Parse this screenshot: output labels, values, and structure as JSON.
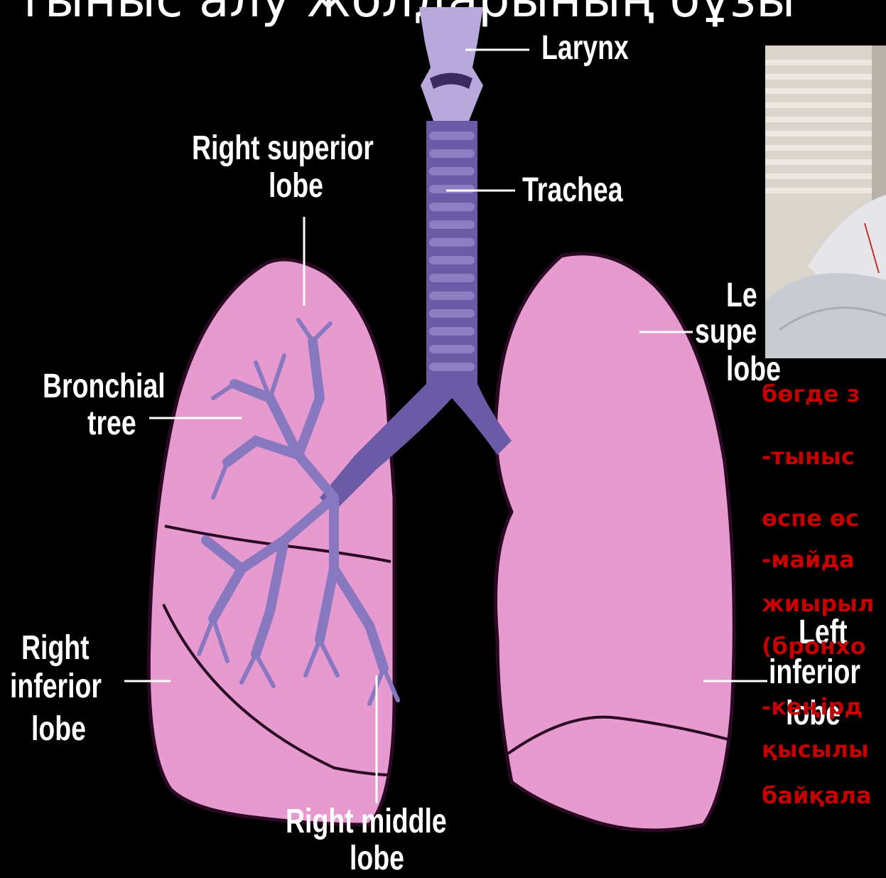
{
  "title": "тыныс алу жолдарының бұзы",
  "labels": {
    "larynx": "Larynx",
    "right_superior_1": "Right superior",
    "right_superior_2": "lobe",
    "trachea": "Trachea",
    "left_superior_1": "Le",
    "left_superior_2": "supe",
    "left_superior_3": "lobe",
    "bronchial_1": "Bronchial",
    "bronchial_2": "tree",
    "right_inferior_1": "Right",
    "right_inferior_2": "inferior",
    "right_inferior_3": "lobe",
    "left_inferior_1": "Left",
    "left_inferior_2": "inferior",
    "left_inferior_3": "lobe",
    "right_middle_1": "Right middle",
    "right_middle_2": "lobe"
  },
  "side_text": [
    "бөгде з",
    " -тыныс",
    "өспе өс",
    " -майда",
    "жиырыл",
    "(бронхо",
    " -кеңірд",
    "қысылы",
    "байқала"
  ],
  "colors": {
    "background": "#000000",
    "lung": "#e79ad0",
    "lung_outline": "#2a0a22",
    "airway": "#6b5aa6",
    "larynx": "#b9a8dc",
    "side_text": "#c40000"
  }
}
